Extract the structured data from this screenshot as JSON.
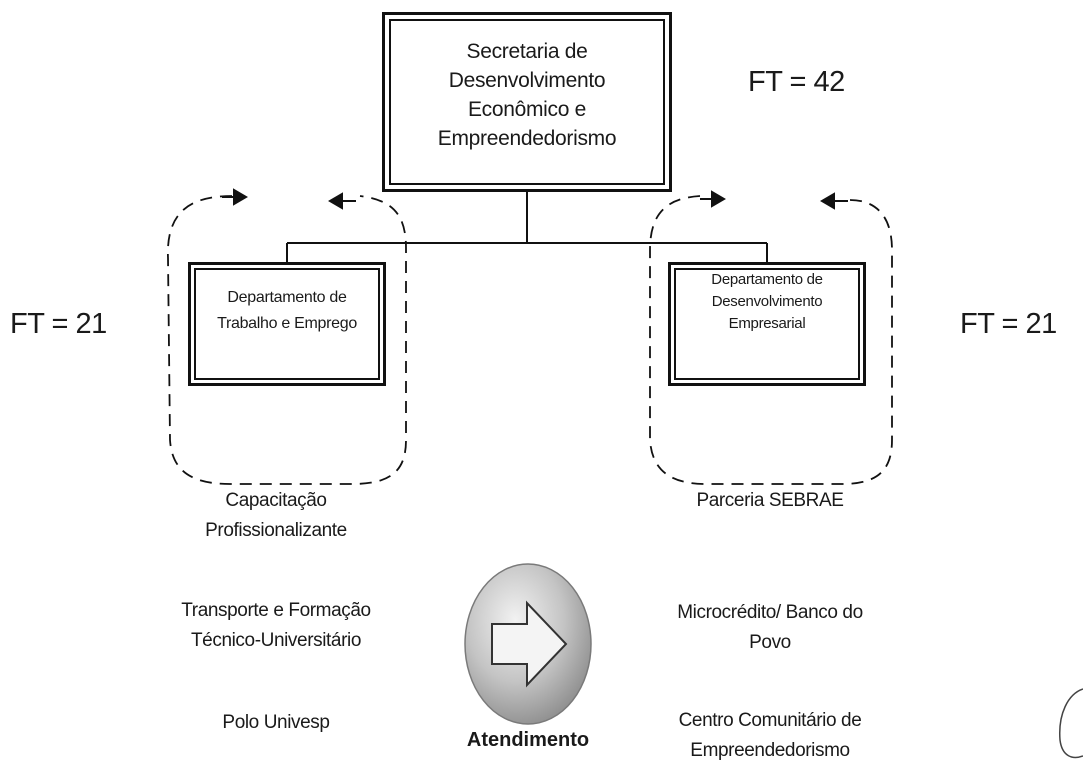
{
  "top_box": {
    "lines": [
      "Secretaria de",
      "Desenvolvimento",
      "Econômico e",
      "Empreendedorismo"
    ]
  },
  "ft_top": "FT = 42",
  "left_box": {
    "lines": [
      "Departamento de",
      "Trabalho e Emprego"
    ]
  },
  "right_box": {
    "lines": [
      "Departamento de",
      "Desenvolvimento",
      "Empresarial"
    ]
  },
  "ft_left": "FT = 21",
  "ft_right": "FT = 21",
  "left_column": {
    "heading": [
      "Capacitação",
      "Profissionalizante"
    ],
    "item_1": [
      "Transporte e Formação",
      "Técnico-Universitário"
    ],
    "item_2": "Polo Univesp"
  },
  "right_column": {
    "heading": "Parceria SEBRAE",
    "item_1": [
      "Microcrédito/ Banco do",
      "Povo"
    ],
    "item_2": [
      "Centro Comunitário de",
      "Empreendedorismo"
    ]
  },
  "center_label": "Atendimento",
  "colors": {
    "ink": "#1a1a1a",
    "arrow_circle_light": "#e6e6e6",
    "arrow_circle_dark": "#8c8c8c",
    "arrow_fill": "#f4f4f4"
  },
  "icons": {
    "center": "right-arrow-icon",
    "corner": "signature-stroke"
  }
}
